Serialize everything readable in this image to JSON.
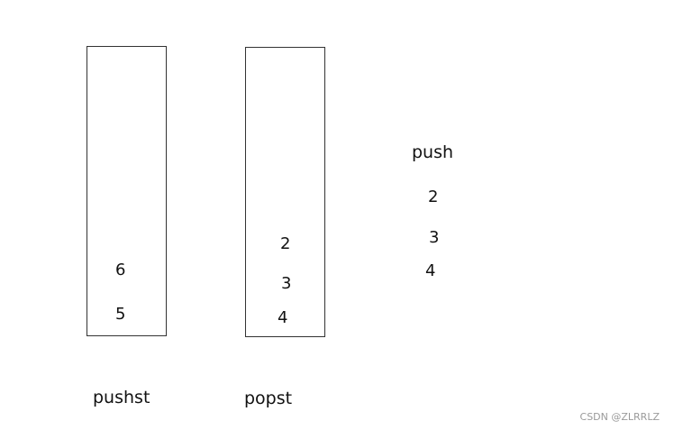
{
  "stacks": {
    "pushst": {
      "label": "pushst",
      "items": [
        "6",
        "5"
      ]
    },
    "popst": {
      "label": "popst",
      "items": [
        "2",
        "3",
        "4"
      ]
    }
  },
  "push": {
    "label": "push",
    "items": [
      "2",
      "3",
      "4"
    ]
  },
  "watermark": "CSDN @ZLRRLZ"
}
